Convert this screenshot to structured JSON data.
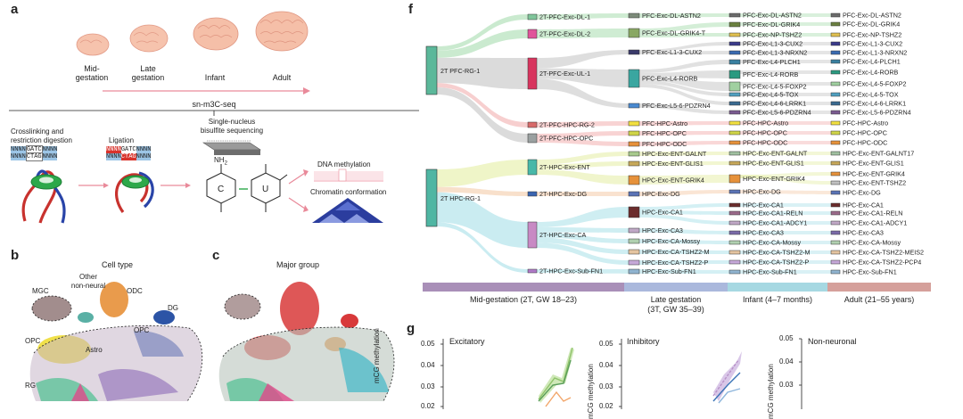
{
  "panel_a": {
    "label": "a",
    "brains": [
      "Mid-\ngestation",
      "Late\ngestation",
      "Infant",
      "Adult"
    ],
    "method": "sn-m3C-seq",
    "step1": "Crosslinking and\nrestriction digestion",
    "seq_left": [
      "NNNN",
      "NNNN"
    ],
    "seq_mid": [
      "GATC",
      "CTAG"
    ],
    "seq_right": [
      "NNNN",
      "NNNN"
    ],
    "step2": "Ligation",
    "lig_left": [
      "NNNN",
      "NNNN"
    ],
    "lig_mid": [
      "GATC",
      "CTAG"
    ],
    "lig_right": [
      "NNNN",
      "NNNN"
    ],
    "step3": "Single-nucleus\nbisulfite sequencing",
    "base_c": "C",
    "base_u": "U",
    "nh2": "NH",
    "nh2_sub": "2",
    "out1": "DNA methylation",
    "out2": "Chromatin conformation"
  },
  "panel_b": {
    "label": "b",
    "title": "Cell type",
    "regions": [
      "MGC",
      "Other\nnon-neural",
      "ODC",
      "OPC",
      "DG",
      "OPC",
      "Astro",
      "RG"
    ]
  },
  "panel_c": {
    "label": "c",
    "title": "Major group"
  },
  "panel_f": {
    "label": "f",
    "stages": [
      {
        "name": "Mid-gestation (2T, GW 18–23)",
        "color": "#a98fb8"
      },
      {
        "name": "Late gestation\n(3T, GW 35–39)",
        "color": "#aab8dc"
      },
      {
        "name": "Infant (4–7 months)",
        "color": "#a6d8e2"
      },
      {
        "name": "Adult (21–55 years)",
        "color": "#d5a09b"
      }
    ],
    "col0": [
      "2T PFC-RG-1",
      "2T HPC-RG-1"
    ],
    "col1": [
      "2T-PFC-Exc-DL-1",
      "2T-PFC-Exc-DL-2",
      "2T-PFC-Exc-UL-1",
      "2T-PFC-HPC-RG-2",
      "2T-PFC-HPC-OPC",
      "2T-HPC-Exc-ENT",
      "2T-HPC-Exc-DG",
      "2T-HPC-Exc-CA",
      "2T-HPC-Exc-Sub-FN1"
    ],
    "col2": [
      "PFC-Exc-DL-ASTN2",
      "PFC-Exc-DL-GRIK4-T",
      "PFC-Exc-L1-3-CUX2",
      "PFC-Exc-L4-RORB",
      "PFC-Exc-L5-6-PDZRN4",
      "PFC-HPC-Astro",
      "PFC-HPC-OPC",
      "PFC-HPC-ODC",
      "HPC-Exc-ENT-GALNT",
      "HPC-Exc-ENT-GLIS1",
      "HPC-Exc-ENT-GRIK4",
      "HPC-Exc-DG",
      "HPC-Exc-CA1",
      "HPC-Exc-CA3",
      "HPC-Exc-CA-Mossy",
      "HPC-Exc-CA-TSHZ2-M",
      "HPC-Exc-CA-TSHZ2-P",
      "HPC-Exc-Sub-FN1"
    ],
    "col3": [
      "PFC-Exc-DL-ASTN2",
      "PFC-Exc-DL-GRIK4",
      "PFC-Exc-NP-TSHZ2",
      "PFC-Exc-L1-3-CUX2",
      "PFC-Exc-L1-3-NRXN2",
      "PFC-Exc-L4-PLCH1",
      "PFC-Exc-L4-RORB",
      "PFC-Exc-L4-5-FOXP2",
      "PFC-Exc-L4-5-TOX",
      "PFC-Exc-L4-6-LRRK1",
      "PFC-Exc-L5-6-PDZRN4",
      "PFC-HPC-Astro",
      "PFC-HPC-OPC",
      "PFC-HPC-ODC",
      "HPC-Exc-ENT-GALNT",
      "HPC-Exc-ENT-GLIS1",
      "HPC-Exc-ENT-GRIK4",
      "HPC-Exc-DG",
      "HPC-Exc-CA1",
      "HPC-Exc-CA1-RELN",
      "HPC-Exc-CA1-ADCY1",
      "HPC-Exc-CA3",
      "HPC-Exc-CA-Mossy",
      "HPC-Exc-CA-TSHZ2-M",
      "HPC-Exc-CA-TSHZ2-P",
      "HPC-Exc-Sub-FN1"
    ],
    "col4": [
      "PFC-Exc-DL-ASTN2",
      "PFC-Exc-DL-GRIK4",
      "PFC-Exc-NP-TSHZ2",
      "PFC-Exc-L1-3-CUX2",
      "PFC-Exc-L1-3-NRXN2",
      "PFC-Exc-L4-PLCH1",
      "PFC-Exc-L4-RORB",
      "PFC-Exc-L4-5-FOXP2",
      "PFC-Exc-L4-5-TOX",
      "PFC-Exc-L4-6-LRRK1",
      "PFC-Exc-L5-6-PDZRN4",
      "PFC-HPC-Astro",
      "PFC-HPC-OPC",
      "PFC-HPC-ODC",
      "HPC-Exc-ENT-GALNT17",
      "HPC-Exc-ENT-GLIS1",
      "HPC-Exc-ENT-GRIK4",
      "HPC-Exc-ENT-TSHZ2",
      "HPC-Exc-DG",
      "HPC-Exc-CA1",
      "HPC-Exc-CA1-RELN",
      "HPC-Exc-CA1-ADCY1",
      "HPC-Exc-CA3",
      "HPC-Exc-CA-Mossy",
      "HPC-Exc-CA-TSHZ2-MEIS2",
      "HPC-Exc-CA-TSHZ2-PCP4",
      "HPC-Exc-Sub-FN1"
    ]
  },
  "panel_g": {
    "label": "g",
    "panels": [
      {
        "title": "Excitatory",
        "ylabel": "mCG methylation",
        "ticks": [
          "0.05",
          "0.04",
          "0.03",
          "0.02"
        ]
      },
      {
        "title": "Inhibitory",
        "ylabel": "mCG methylation",
        "ticks": [
          "0.05",
          "0.04",
          "0.03",
          "0.02"
        ]
      },
      {
        "title": "Non-neuronal",
        "ylabel": "mCG methylation",
        "ticks": [
          "0.05",
          "0.04",
          "0.03"
        ]
      }
    ]
  },
  "colors": {
    "arrow": "#e98a9a",
    "green_flow": "#9fd9a7",
    "grey_flow": "#bdbdbd",
    "pink_flow": "#f1a7a7",
    "yellow_flow": "#e2ec9a",
    "cyan_flow": "#9fdde6"
  }
}
